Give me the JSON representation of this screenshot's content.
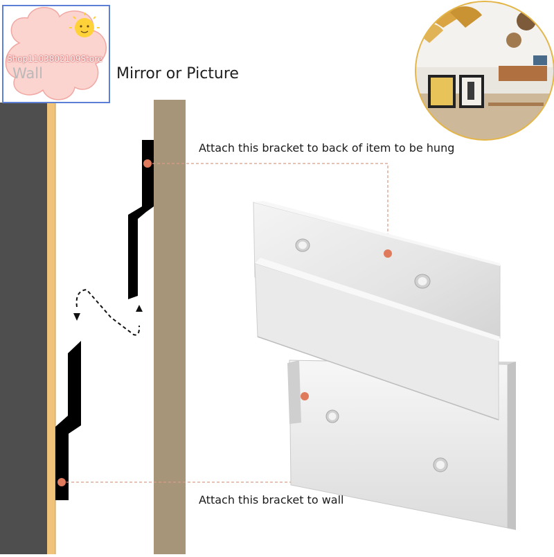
{
  "labels": {
    "wall": "Wall",
    "item": "Mirror or Picture",
    "top_callout": "Attach this bracket to back of item to be hung",
    "bottom_callout": "Attach this bracket to wall"
  },
  "watermark": "Shop1103802109Store",
  "colors": {
    "wall_dark": "#4e4e4e",
    "wall_surface": "#f0c37a",
    "item_panel": "#a7957a",
    "bracket": "#000000",
    "leader_line": "#d89e86",
    "leader_dot": "#e07a5c",
    "aluminum": "#e6e6e6",
    "aluminum_shadow": "#c8c8c8",
    "badge_cloud": "#fbd3cf"
  },
  "icons": [
    "sun-icon",
    "cloud-badge",
    "room-photo-inset",
    "arrow-down-icon",
    "arrow-up-icon"
  ]
}
